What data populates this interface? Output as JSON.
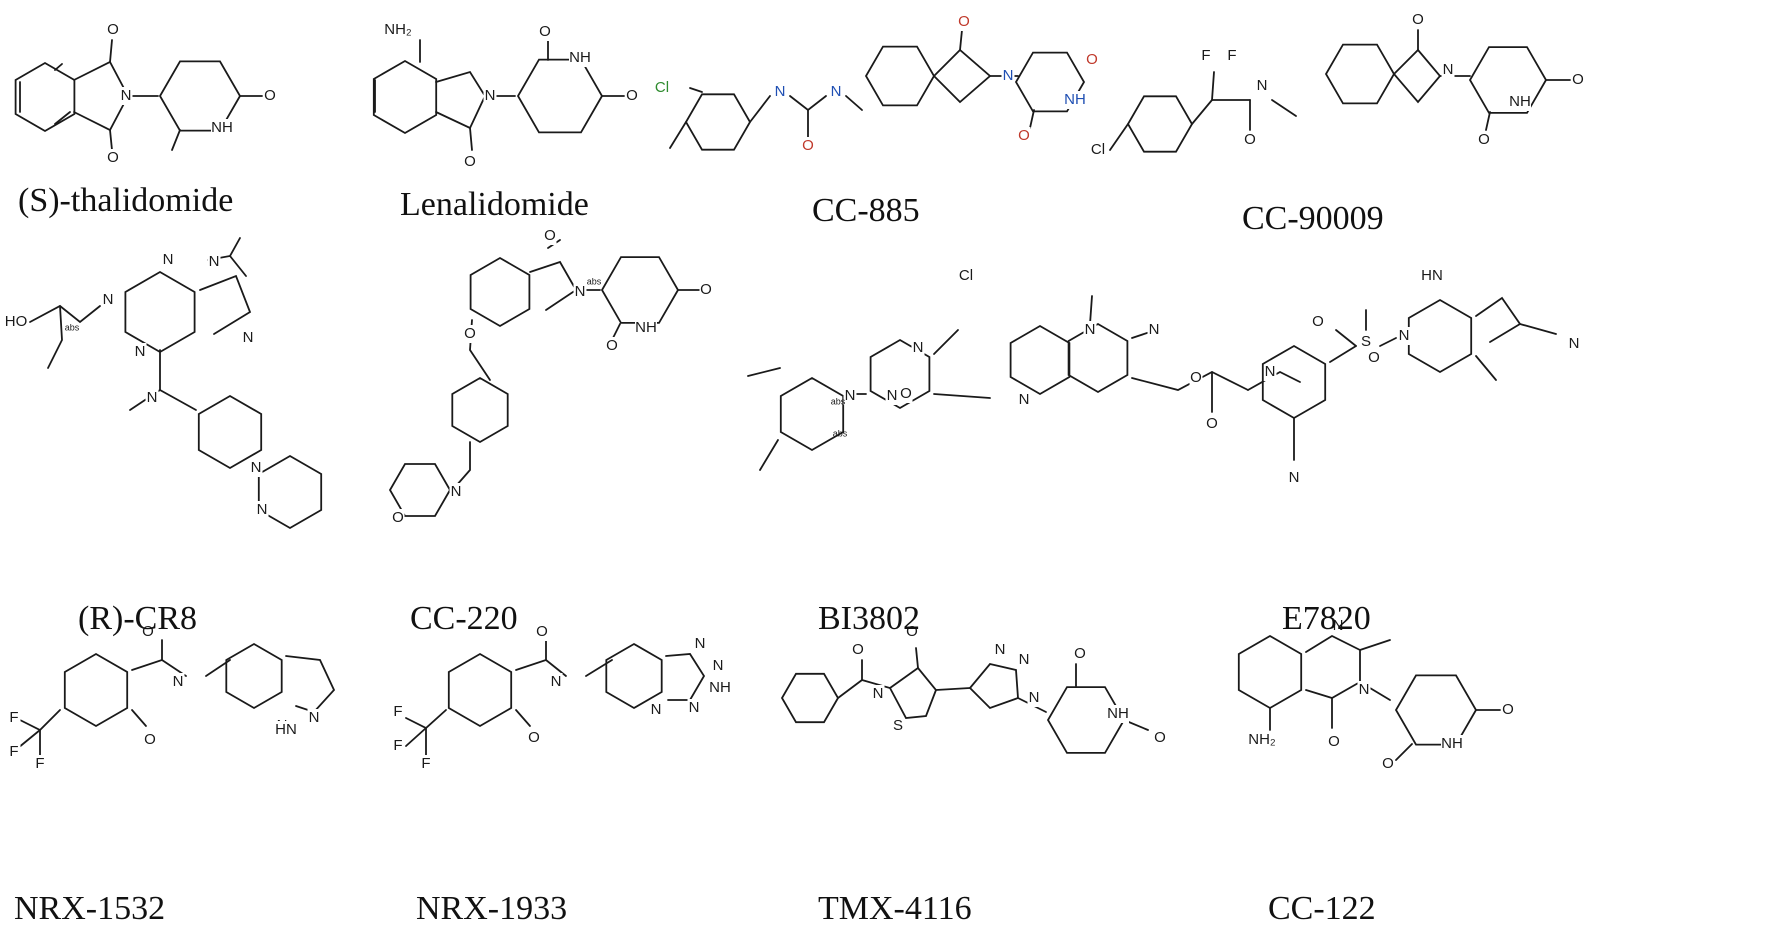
{
  "compounds": [
    {
      "name": "(S)-thalidomide",
      "atoms": [
        "O",
        "N",
        "O",
        "O",
        "NH"
      ],
      "stereo": []
    },
    {
      "name": "Lenalidomide",
      "atoms": [
        "NH₂",
        "N",
        "O",
        "O",
        "NH",
        "O"
      ],
      "stereo": []
    },
    {
      "name": "CC-885",
      "atoms": [
        "Cl",
        "N",
        "N",
        "O",
        "O",
        "N",
        "O",
        "NH",
        "O"
      ],
      "stereo": []
    },
    {
      "name": "CC-90009",
      "atoms": [
        "F",
        "F",
        "O",
        "N",
        "O",
        "O",
        "NH",
        "Cl",
        "O",
        "N"
      ],
      "stereo": []
    },
    {
      "name": "(R)-CR8",
      "atoms": [
        "HO",
        "N",
        "N",
        "N",
        "N",
        "N",
        "N",
        "N",
        "N"
      ],
      "stereo": [
        "abs"
      ]
    },
    {
      "name": "CC-220",
      "atoms": [
        "O",
        "N",
        "O",
        "NH",
        "O",
        "O",
        "N",
        "O"
      ],
      "stereo": [
        "abs"
      ]
    },
    {
      "name": "BI3802",
      "atoms": [
        "N",
        "Cl",
        "N",
        "O",
        "N",
        "N",
        "N",
        "O",
        "O",
        "N",
        "N"
      ],
      "stereo": [
        "abs",
        "abs"
      ]
    },
    {
      "name": "E7820",
      "atoms": [
        "HN",
        "O",
        "S",
        "O",
        "N",
        "N",
        "N"
      ],
      "stereo": []
    },
    {
      "name": "NRX-1532",
      "atoms": [
        "O",
        "N",
        "N",
        "F",
        "F",
        "F",
        "O",
        "HN",
        "N"
      ],
      "stereo": []
    },
    {
      "name": "NRX-1933",
      "atoms": [
        "O",
        "N",
        "N",
        "N",
        "NH",
        "F",
        "F",
        "F",
        "O",
        "N",
        "N"
      ],
      "stereo": []
    },
    {
      "name": "TMX-4116",
      "atoms": [
        "O",
        "O",
        "N",
        "N",
        "N",
        "N",
        "S",
        "O",
        "NH",
        "O"
      ],
      "stereo": []
    },
    {
      "name": "CC-122",
      "atoms": [
        "N",
        "N",
        "O",
        "NH₂",
        "O",
        "NH",
        "O"
      ],
      "stereo": []
    }
  ]
}
